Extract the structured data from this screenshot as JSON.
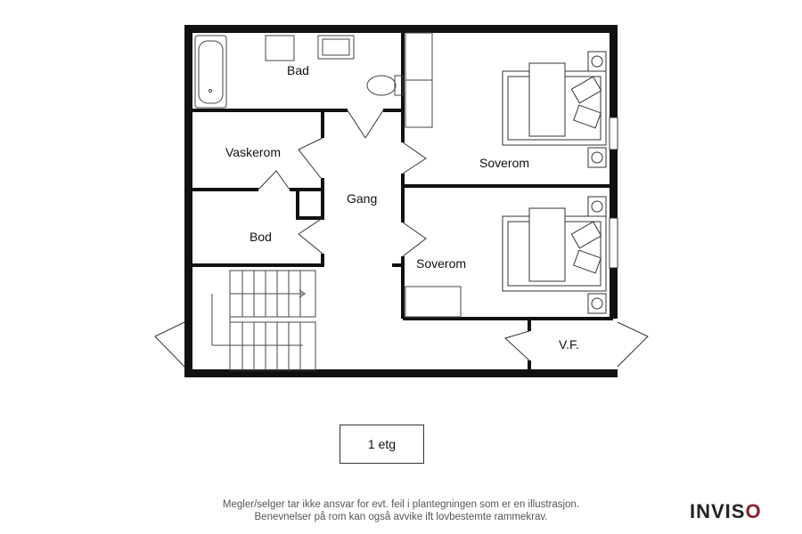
{
  "rooms": {
    "bad": "Bad",
    "vaskerom": "Vaskerom",
    "bod": "Bod",
    "gang": "Gang",
    "soverom1": "Soverom",
    "soverom2": "Soverom",
    "vf": "V.F."
  },
  "floor_label": "1 etg",
  "disclaimer": {
    "line1": "Megler/selger tar ikke ansvar for evt. feil i plantegningen som er en illustrasjon.",
    "line2": "Benevnelser på rom kan også avvike ift lovbestemte rammekrav."
  },
  "logo": {
    "text_main": "INVIS",
    "text_accent": "O",
    "accent_color": "#8c1f2c"
  },
  "colors": {
    "wall": "#111111",
    "line": "#333333"
  }
}
